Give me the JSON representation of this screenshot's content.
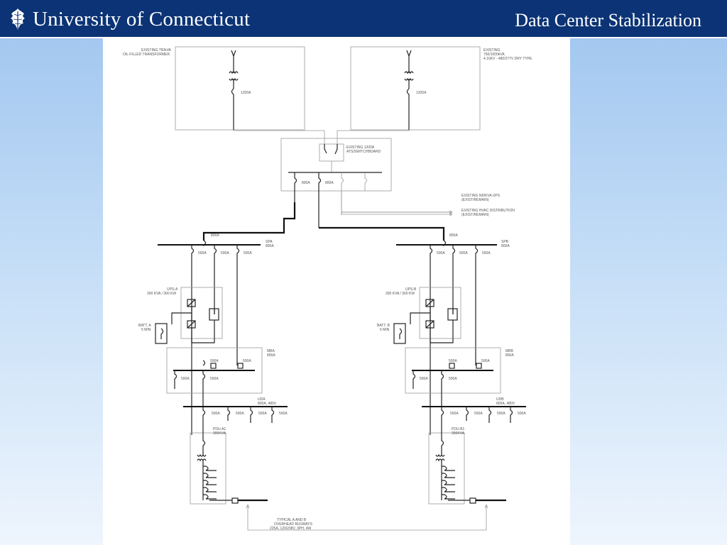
{
  "header": {
    "brand": "University of Connecticut",
    "title": "Data Center Stabilization",
    "brand_color": "#0b3375"
  },
  "diagram": {
    "xfmr1": {
      "lines": [
        "EXISTING 750kVA",
        "OIL FILLED TRANSFORMER"
      ],
      "breaker": "1200A"
    },
    "xfmr2": {
      "lines": [
        "EXISTING",
        "750/1000kVA",
        "4.16KV - 480/277V DRY TYPE"
      ],
      "breaker": "1200A"
    },
    "ats": {
      "lines": [
        "EXISTING 1200A",
        "ATS/SWITCHBOARD"
      ],
      "breakers": [
        "800A",
        "800A"
      ]
    },
    "ups_existing": [
      "EXISTING 500KVA UPS",
      "(EXIST/REMAIN)"
    ],
    "hvac_existing": [
      "EXISTING HVAC DISTRIBUTION",
      "(EXIST/REMAIN)"
    ],
    "side_a": {
      "main_breaker": "800A",
      "swbd": [
        "SPA",
        "800A"
      ],
      "feeders": [
        "500A",
        "500A",
        "500A"
      ],
      "ups": [
        "UPS-A",
        "300 KVA / 300 KW"
      ],
      "batt": [
        "BATT. A",
        "5 MIN"
      ],
      "mb": [
        "MBA",
        "800A"
      ],
      "mb_breakers": [
        "500A",
        "500A",
        "500A",
        "500A"
      ],
      "ud": [
        "UDA",
        "800A, 480V"
      ],
      "ud_breakers": [
        "500A",
        "500A",
        "500A",
        "500A"
      ],
      "pdu": [
        "PDU-A1",
        "300KVA"
      ]
    },
    "side_b": {
      "main_breaker": "800A",
      "swbd": [
        "SPB",
        "800A"
      ],
      "feeders": [
        "500A",
        "500A",
        "500A"
      ],
      "ups": [
        "UPS-B",
        "300 KVA / 300 KW"
      ],
      "batt": [
        "BATT. B",
        "5 MIN"
      ],
      "mb": [
        "MBB",
        "800A"
      ],
      "mb_breakers": [
        "500A",
        "500A",
        "500A",
        "500A"
      ],
      "ud": [
        "UDB",
        "800A, 480V"
      ],
      "ud_breakers": [
        "500A",
        "500A",
        "500A",
        "500A"
      ],
      "pdu": [
        "PDU-B1",
        "300KVA"
      ]
    },
    "busways": [
      "TYPICAL A AND B",
      "OVERHEAD BUSWAYS",
      "225A, 120/208V, 3PH, 4W"
    ]
  }
}
